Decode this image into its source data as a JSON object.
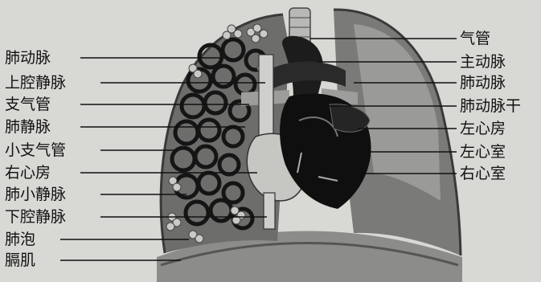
{
  "labels_left": [
    {
      "id": "pulmonary-artery-left",
      "text": "肺动脉"
    },
    {
      "id": "superior-vena-cava",
      "text": "上腔静脉"
    },
    {
      "id": "bronchus",
      "text": "支气管"
    },
    {
      "id": "pulmonary-vein",
      "text": "肺静脉"
    },
    {
      "id": "bronchiole",
      "text": "小支气管"
    },
    {
      "id": "right-atrium",
      "text": "右心房"
    },
    {
      "id": "pulmonary-venule",
      "text": "肺小静脉"
    },
    {
      "id": "inferior-vena-cava",
      "text": "下腔静脉"
    },
    {
      "id": "alveoli",
      "text": "肺泡"
    },
    {
      "id": "diaphragm",
      "text": "膈肌"
    }
  ],
  "labels_right": [
    {
      "id": "trachea",
      "text": "气管"
    },
    {
      "id": "aorta",
      "text": "主动脉"
    },
    {
      "id": "pulmonary-artery-right",
      "text": "肺动脉"
    },
    {
      "id": "pulmonary-trunk",
      "text": "肺动脉干"
    },
    {
      "id": "left-atrium",
      "text": "左心房"
    },
    {
      "id": "left-ventricle",
      "text": "左心室"
    },
    {
      "id": "right-ventricle",
      "text": "右心室"
    }
  ]
}
